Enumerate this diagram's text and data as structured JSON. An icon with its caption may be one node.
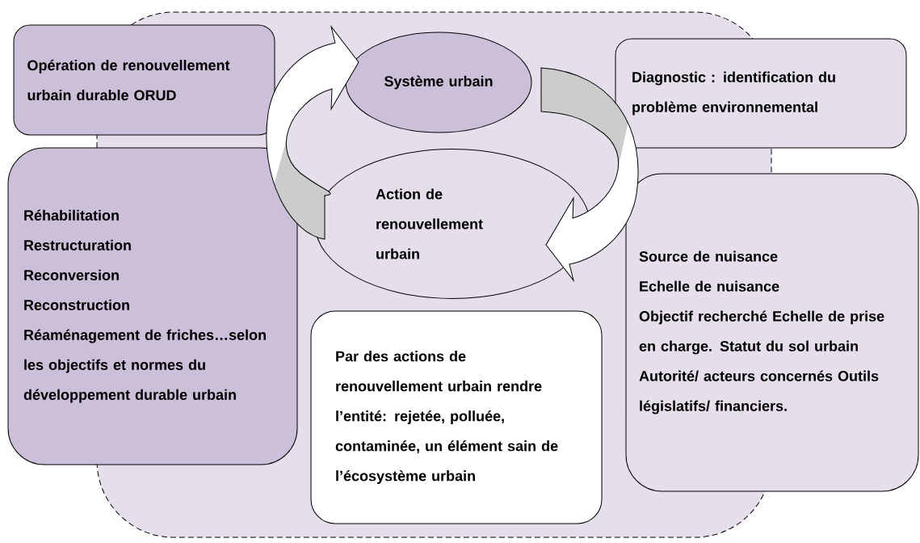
{
  "diagram": {
    "nodes": [
      {
        "text": [
          "Opération de renouvellement urbain durable ORUD"
        ]
      },
      {
        "text": [
          "Système urbain"
        ]
      },
      {
        "text": [
          "Diagnostic : identification du problème environnemental"
        ]
      },
      {
        "text": [
          "Réhabilitation",
          "Restructuration",
          "Reconversion",
          "Reconstruction",
          "Réaménagement de friches…selon les objectifs et normes du développement durable urbain"
        ]
      },
      {
        "text": [
          "Action de renouvellement urbain"
        ]
      },
      {
        "text": [
          "Source de nuisance",
          "Echelle de nuisance",
          "Objectif recherché Echelle de prise en charge. Statut du sol urbain Autorité/ acteurs concernés Outils législatifs/ financiers."
        ]
      },
      {
        "text": [
          "Par des actions de renouvellement urbain rendre l’entité: rejetée, polluée, contaminée, un élément sain de l’écosystème urbain"
        ]
      }
    ],
    "edges": [
      {
        "from": 4,
        "to": 1,
        "arrow": "to"
      },
      {
        "from": 1,
        "to": 4,
        "arrow": "to"
      }
    ]
  }
}
